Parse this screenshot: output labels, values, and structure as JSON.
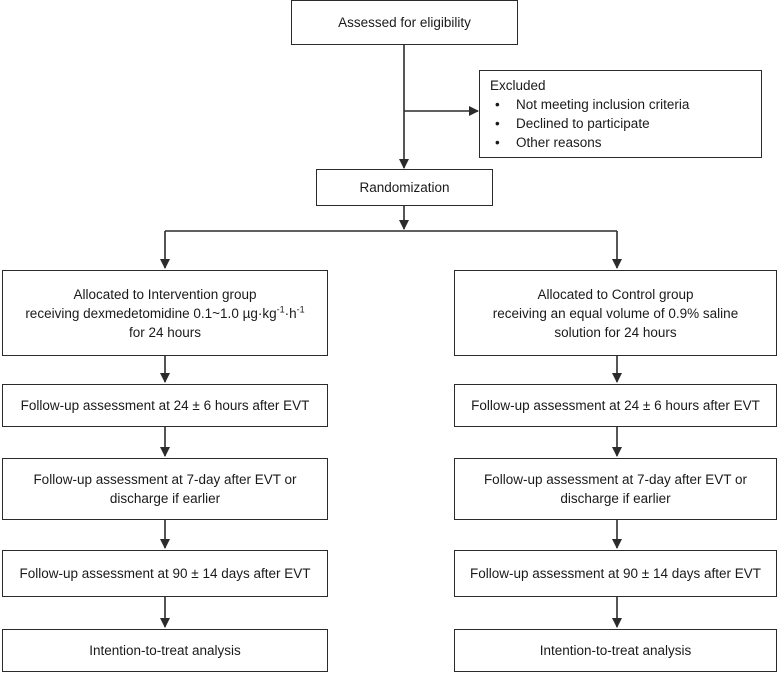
{
  "eligibility": {
    "label": "Assessed for eligibility"
  },
  "excluded": {
    "title": "Excluded",
    "items": [
      "Not meeting inclusion criteria",
      "Declined to participate",
      "Other reasons"
    ]
  },
  "randomization": {
    "label": "Randomization"
  },
  "intervention": {
    "allocation": {
      "line1": "Allocated to Intervention group",
      "line2_prefix": "receiving dexmedetomidine 0.1~1.0 µg·kg",
      "sup1": "-1",
      "mid": "·h",
      "sup2": "-1",
      "line3": "for 24 hours"
    },
    "followup_24h": "Follow-up assessment at 24 ± 6 hours after EVT",
    "followup_7d": {
      "line1": "Follow-up assessment at 7-day after EVT or",
      "line2": "discharge if earlier"
    },
    "followup_90d": "Follow-up assessment at 90 ± 14 days after EVT",
    "analysis": "Intention-to-treat analysis"
  },
  "control": {
    "allocation": {
      "line1": "Allocated to Control group",
      "line2": "receiving an equal volume of 0.9% saline",
      "line3": "solution for 24 hours"
    },
    "followup_24h": "Follow-up assessment at 24 ± 6 hours after EVT",
    "followup_7d": {
      "line1": "Follow-up assessment at 7-day after EVT or",
      "line2": "discharge if earlier"
    },
    "followup_90d": "Follow-up assessment at 90 ± 14 days after EVT",
    "analysis": "Intention-to-treat analysis"
  },
  "colors": {
    "line": "#2b2b2b",
    "text": "#1a1a1a",
    "background": "#ffffff"
  }
}
